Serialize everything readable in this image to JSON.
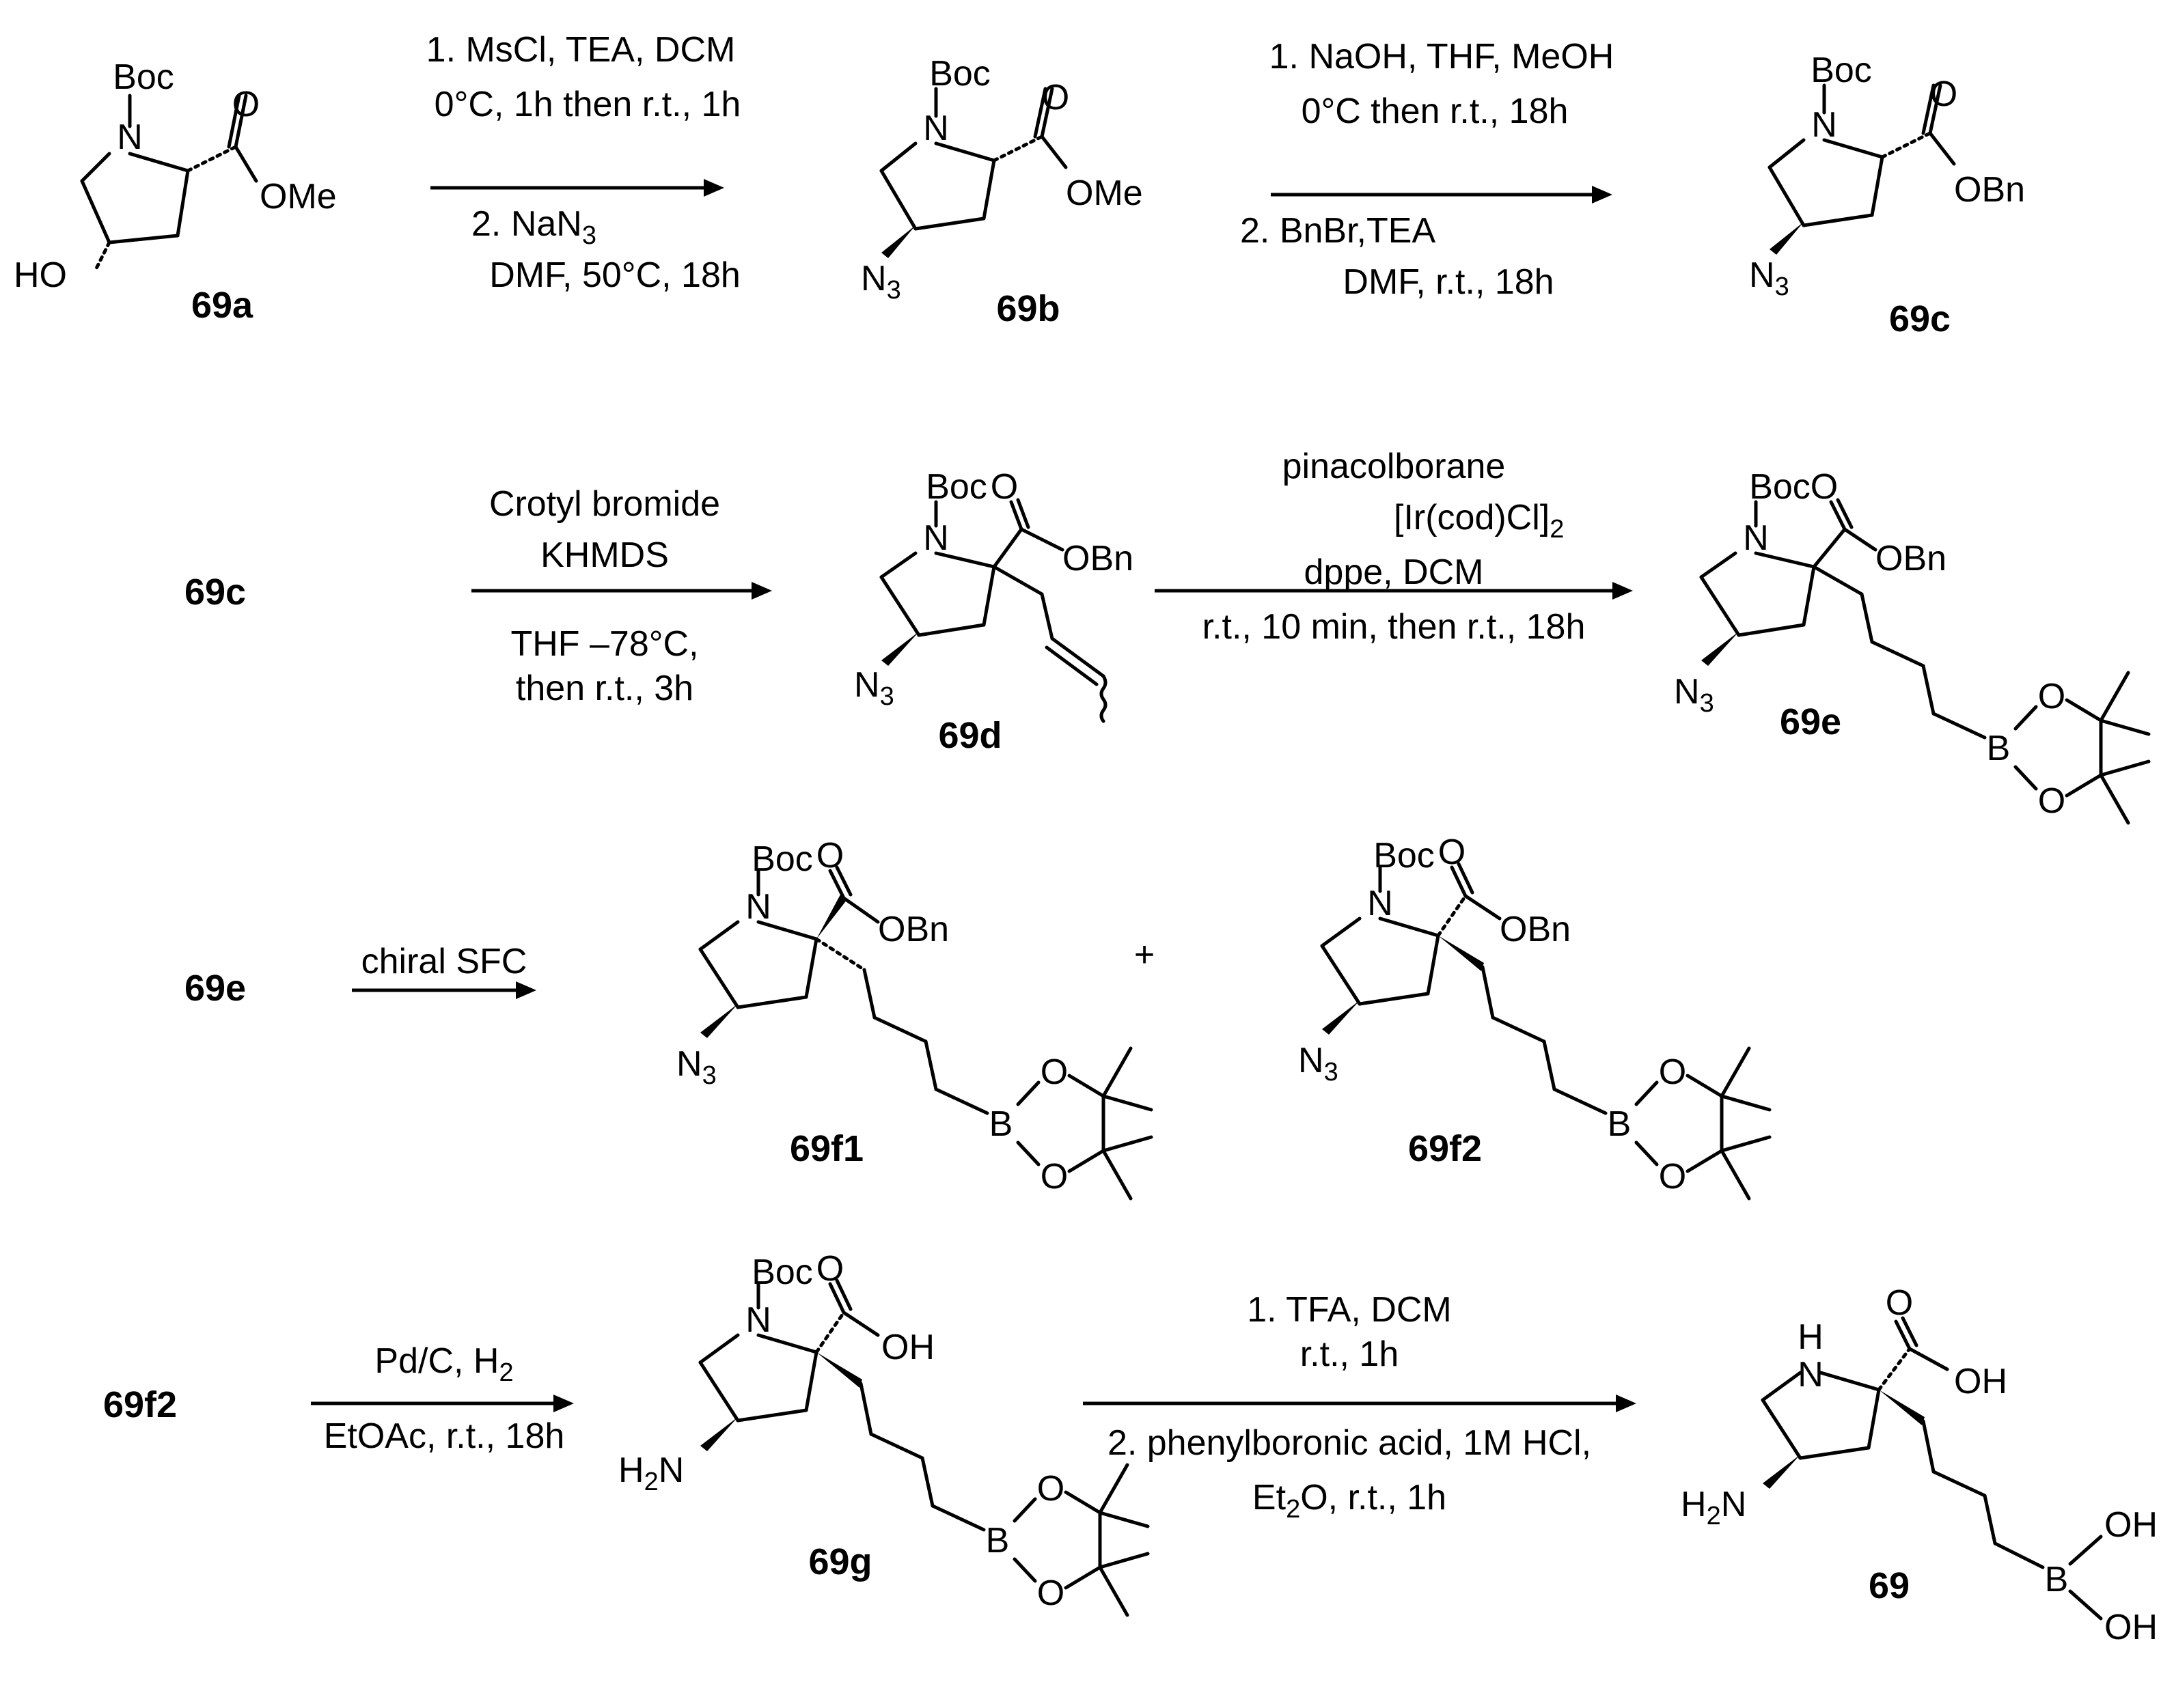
{
  "compounds": {
    "c69a": "69a",
    "c69b": "69b",
    "c69c": "69c",
    "c69c_start": "69c",
    "c69d": "69d",
    "c69e": "69e",
    "c69e_start": "69e",
    "c69f1": "69f1",
    "c69f2": "69f2",
    "c69f2_start": "69f2",
    "c69g": "69g",
    "c69": "69"
  },
  "atoms": {
    "boc": "Boc",
    "n": "N",
    "o": "O",
    "ome": "OMe",
    "obn": "OBn",
    "oh": "OH",
    "ho": "HO",
    "b": "B",
    "h": "H",
    "n3_main": "N",
    "n3_sub": "3",
    "h2n_h": "H",
    "h2n_sub": "2",
    "h2n_n": "N"
  },
  "plus": "+",
  "conditions": {
    "step1": {
      "line1": "1. MsCl, TEA, DCM",
      "line2": "0°C, 1h then r.t., 1h",
      "line3_pre": "2.   NaN",
      "line3_sub": "3",
      "line4": "DMF,  50°C, 18h"
    },
    "step2": {
      "line1": "1. NaOH, THF,  MeOH",
      "line2": "0°C then r.t., 18h",
      "line3": "2.       BnBr,TEA",
      "line4": "DMF, r.t., 18h"
    },
    "step3": {
      "line1": "Crotyl bromide",
      "line2": "KHMDS",
      "line3": "THF –78°C,",
      "line4": "then r.t., 3h"
    },
    "step4": {
      "line1": "pinacolborane",
      "line2_pre": "[Ir(cod)Cl]",
      "line2_sub": "2",
      "line3": "dppe, DCM",
      "line4": "r.t., 10 min, then r.t., 18h"
    },
    "step5": {
      "line1": "chiral SFC"
    },
    "step6": {
      "line1_pre": "Pd/C, H",
      "line1_sub": "2",
      "line2": "EtOAc, r.t., 18h"
    },
    "step7": {
      "line1": "1. TFA, DCM",
      "line2": "r.t., 1h",
      "line3": "2. phenylboronic acid, 1M HCl,",
      "line4_pre": "Et",
      "line4_sub": "2",
      "line4_post": "O, r.t., 1h"
    }
  }
}
